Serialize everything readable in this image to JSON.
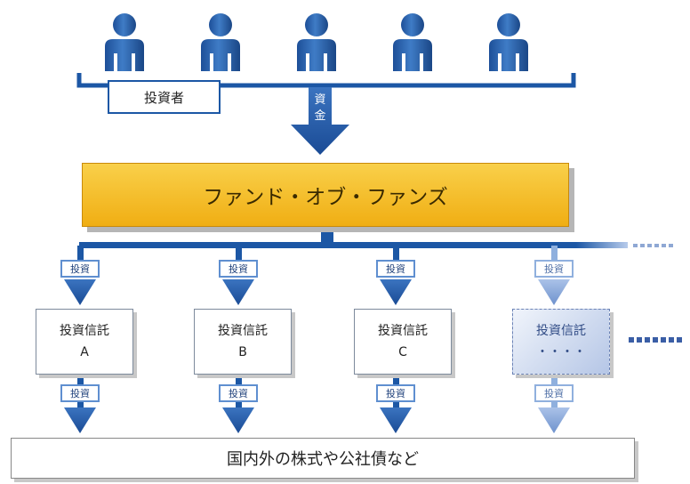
{
  "investors_label": "投資者",
  "funds_arrow_chars": [
    "資",
    "金"
  ],
  "fund_of_funds_label": "ファンド・オブ・ファンズ",
  "invest_tag": "投資",
  "trusts": [
    {
      "title": "投資信託",
      "sub": "A",
      "faded": false
    },
    {
      "title": "投資信託",
      "sub": "B",
      "faded": false
    },
    {
      "title": "投資信託",
      "sub": "C",
      "faded": false
    },
    {
      "title": "投資信託",
      "sub": "・・・・",
      "faded": true
    }
  ],
  "assets_label": "国内外の株式や公社債など",
  "colors": {
    "person": "#2e63ad",
    "line": "#1c57a5",
    "line_faded": "#8fb0de",
    "fund": "#f3b829"
  }
}
